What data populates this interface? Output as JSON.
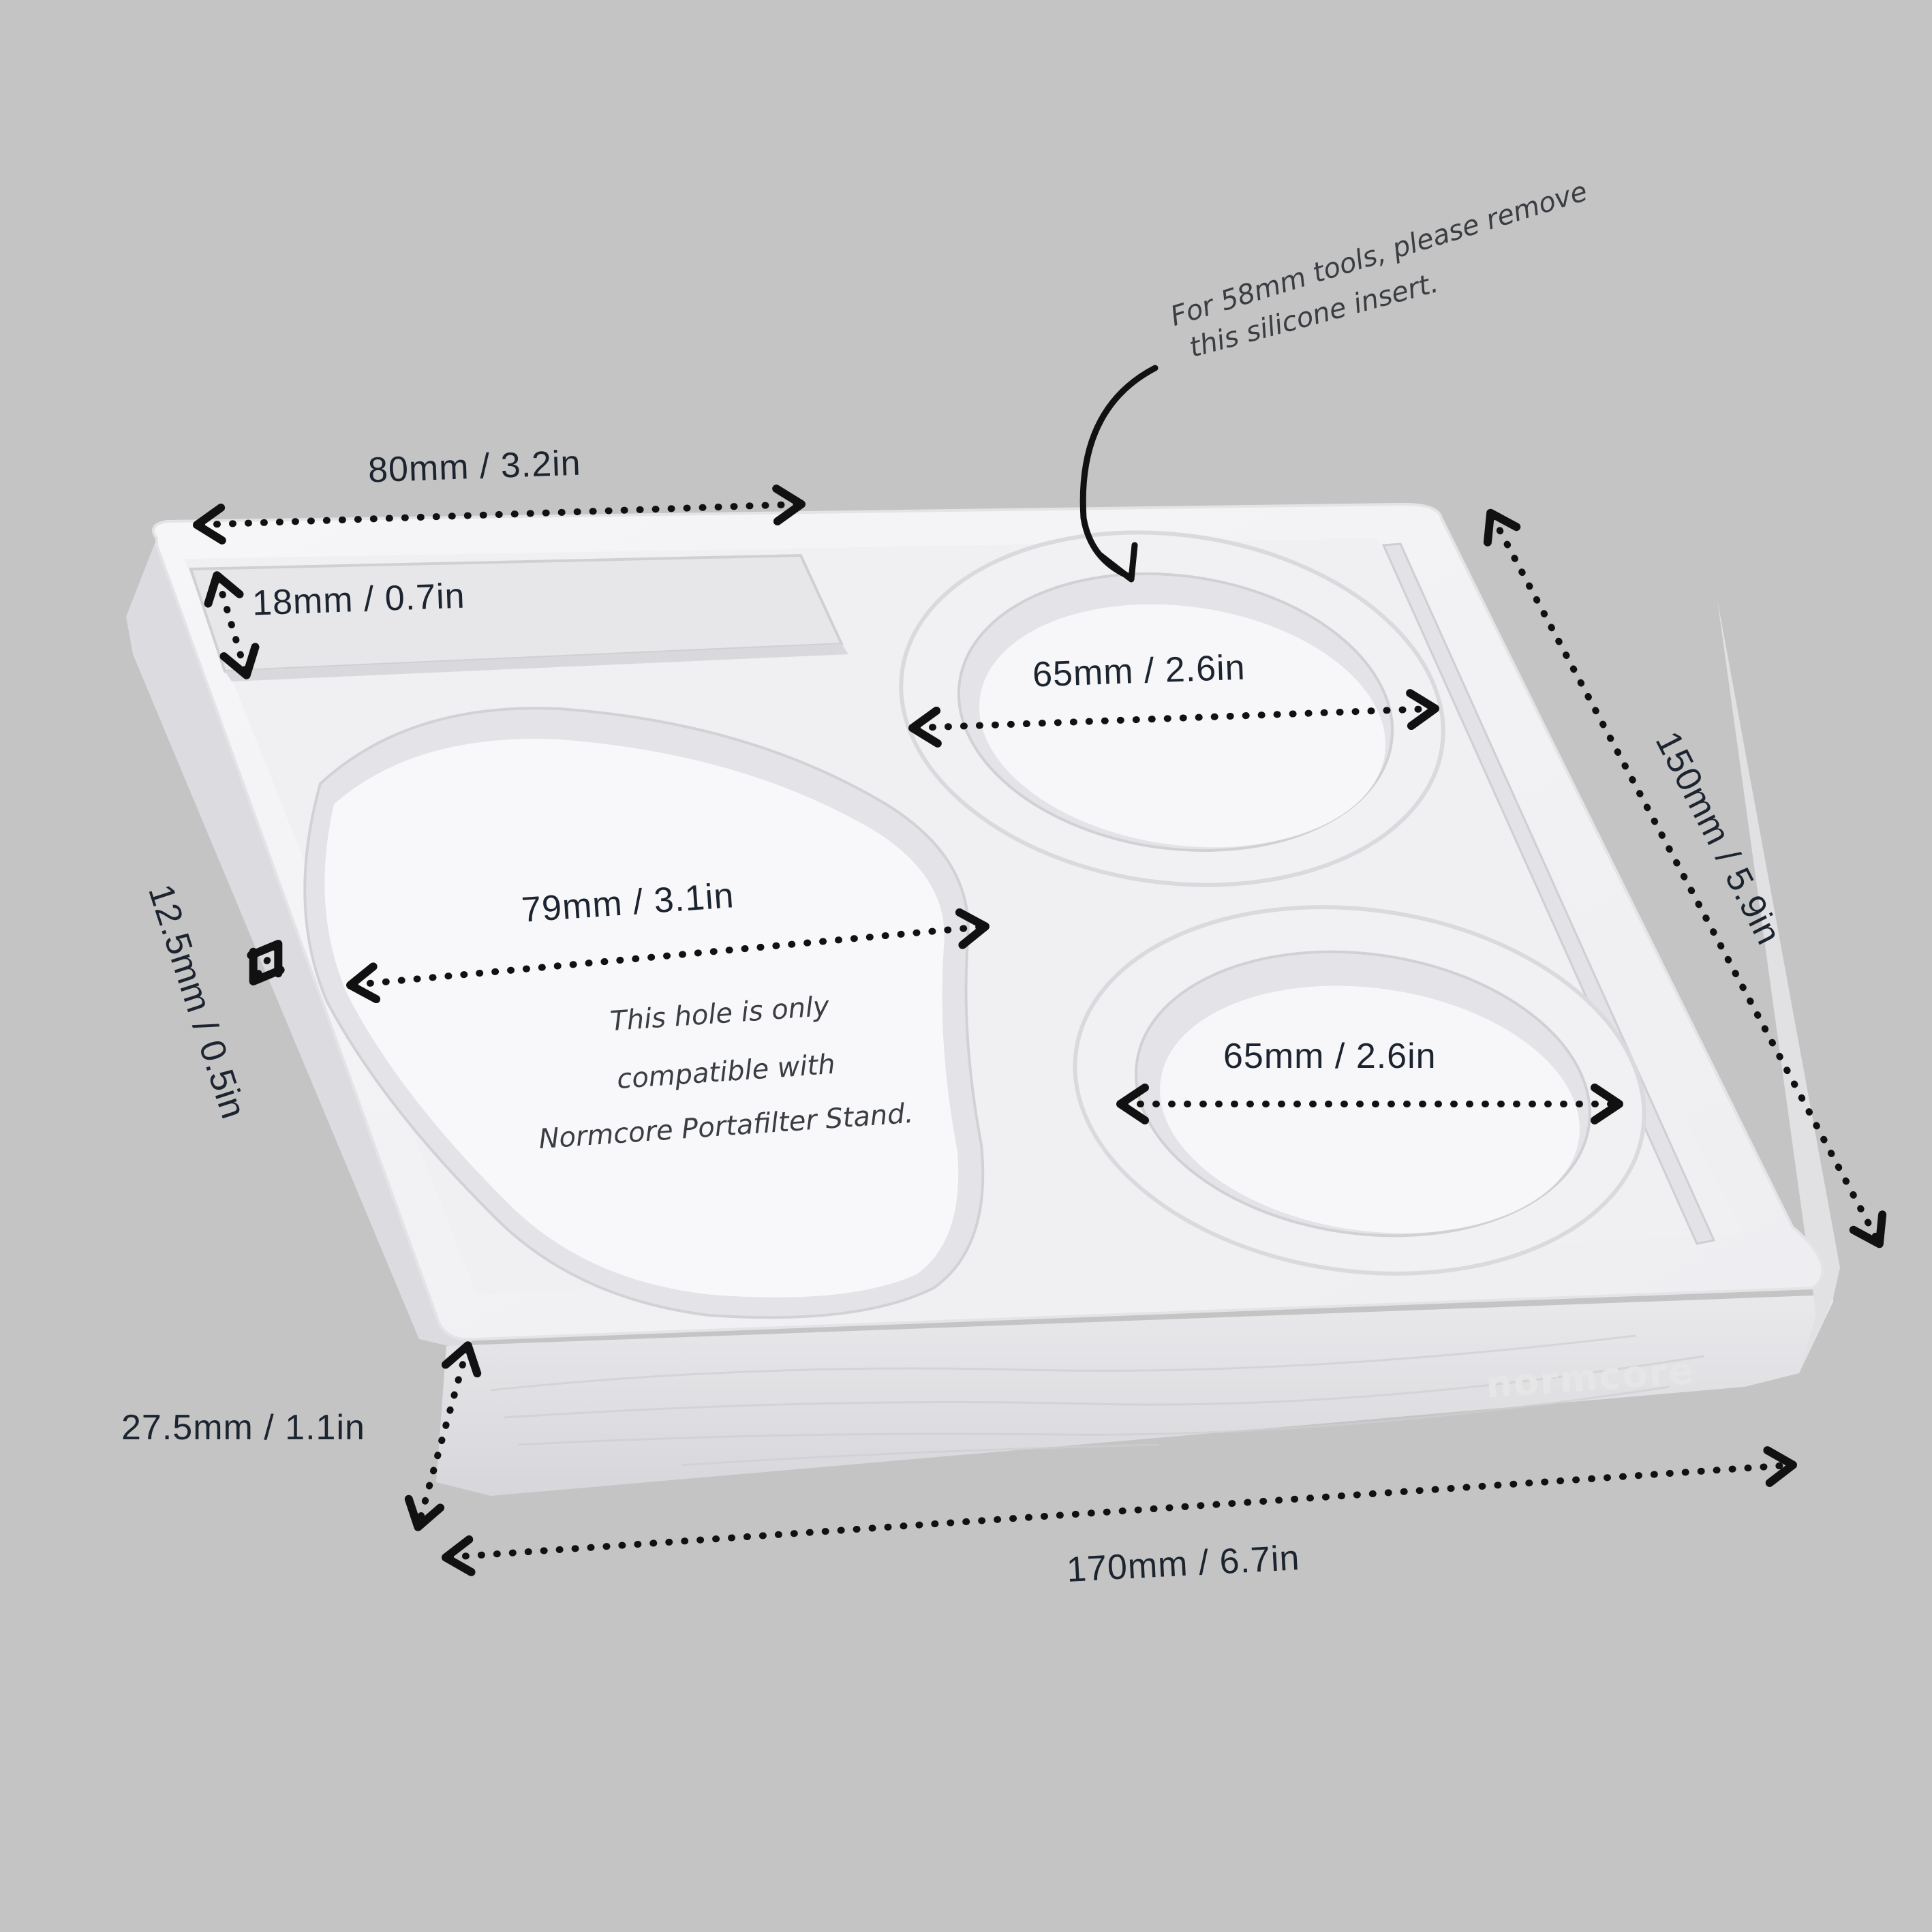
{
  "product": {
    "brand": "normcore",
    "body_color": "#f3f3f5",
    "background_color": "#c4c4c4"
  },
  "dimensions": {
    "top_slot_width": "80mm / 3.2in",
    "slot_depth": "18mm / 0.7in",
    "ring_top": "65mm / 2.6in",
    "ring_bottom": "65mm / 2.6in",
    "pear_hole": "79mm / 3.1in",
    "side_depth": "150mm / 5.9in",
    "recess_height": "12.5mm / 0.5in",
    "total_height": "27.5mm / 1.1in",
    "total_width": "170mm / 6.7in"
  },
  "notes": {
    "insert_line1": "For 58mm tools, please remove",
    "insert_line2": "this silicone insert.",
    "pear_line1": "This hole is only",
    "pear_line2": "compatible with",
    "pear_line3": "Normcore Portafilter Stand."
  }
}
